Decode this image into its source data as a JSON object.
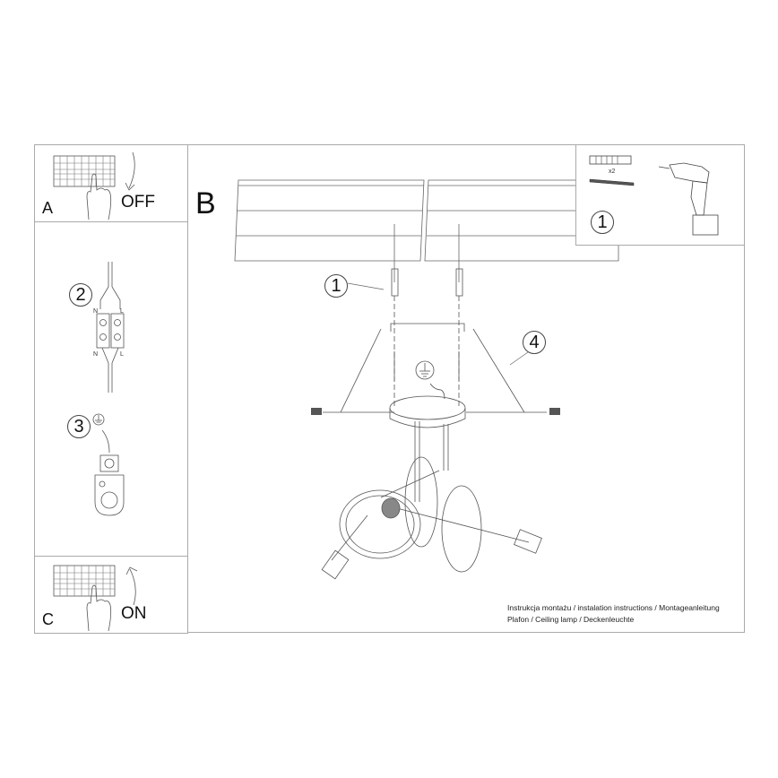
{
  "panels": {
    "a": {
      "letter": "A",
      "action": "OFF"
    },
    "b": {
      "letter": "B"
    },
    "c": {
      "letter": "C",
      "action": "ON"
    }
  },
  "steps": {
    "step1": "1",
    "step2": "2",
    "step3": "3",
    "step4": "4",
    "tools_step": "1"
  },
  "wiring": {
    "top_left": "N",
    "top_right": "L",
    "bottom_left": "N",
    "bottom_right": "L"
  },
  "tools": {
    "quantity": "x2",
    "items": [
      "wall-plug-icon",
      "screw-icon",
      "drill-icon"
    ]
  },
  "caption": {
    "line1": "Instrukcja montażu / instalation instructions / Montageanleitung",
    "line2": "Plafon / Ceiling lamp / Deckenleuchte"
  },
  "colors": {
    "line": "#444444",
    "border": "#aaaaaa",
    "background": "#ffffff"
  }
}
